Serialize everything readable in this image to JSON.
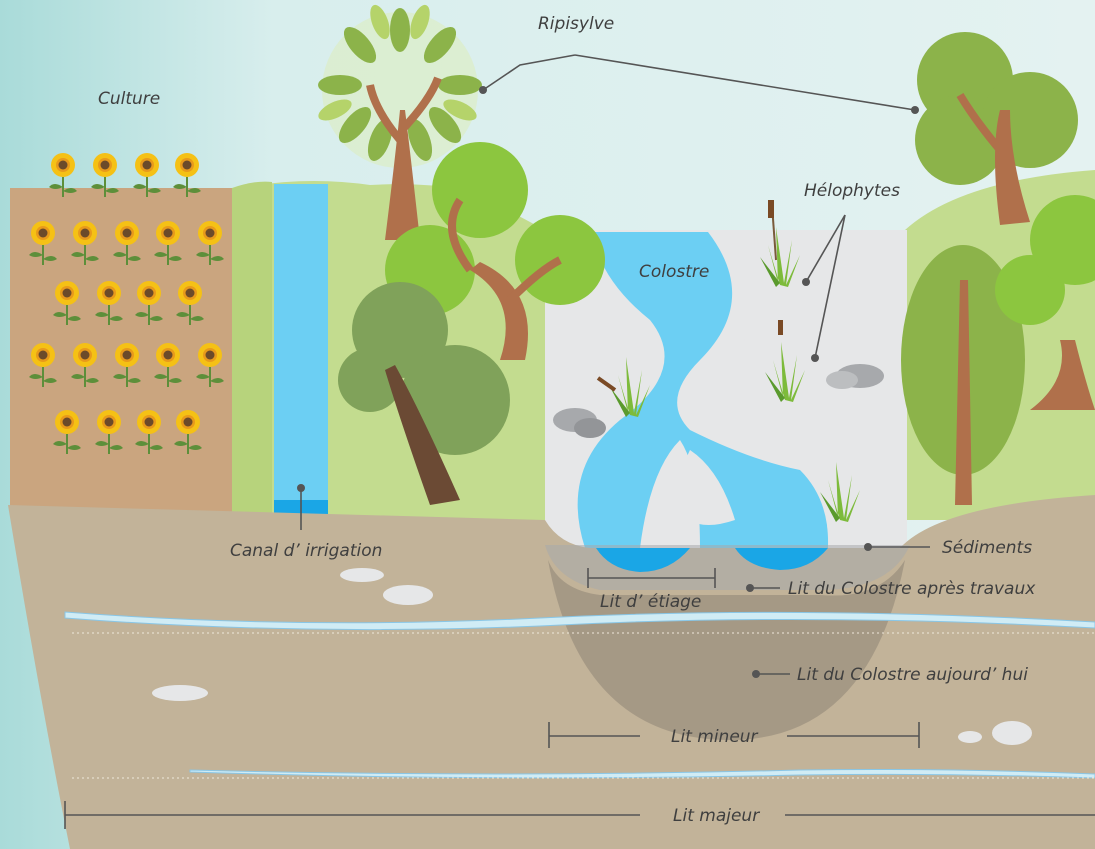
{
  "labels": {
    "culture": "Culture",
    "ripisylve": "Ripisylve",
    "helophytes": "Hélophytes",
    "colostre": "Colostre",
    "canal": "Canal d’ irrigation",
    "sediments": "Sédiments",
    "lit_apres": "Lit du Colostre après travaux",
    "lit_etiage": "Lit d’ étiage",
    "lit_aujourdhui": "Lit du Colostre aujourd’ hui",
    "lit_mineur": "Lit mineur",
    "lit_majeur": "Lit majeur"
  },
  "colors": {
    "sky": "#d6edec",
    "soil": "#c2b399",
    "crop_field": "#caa57f",
    "grass": "#c3dc8f",
    "water": "#6ccff3",
    "riverbed": "#e6e7e8",
    "sunflower_petal": "#f5c115",
    "tree_trunk": "#b0704b",
    "tree_green": "#8cb34a"
  }
}
